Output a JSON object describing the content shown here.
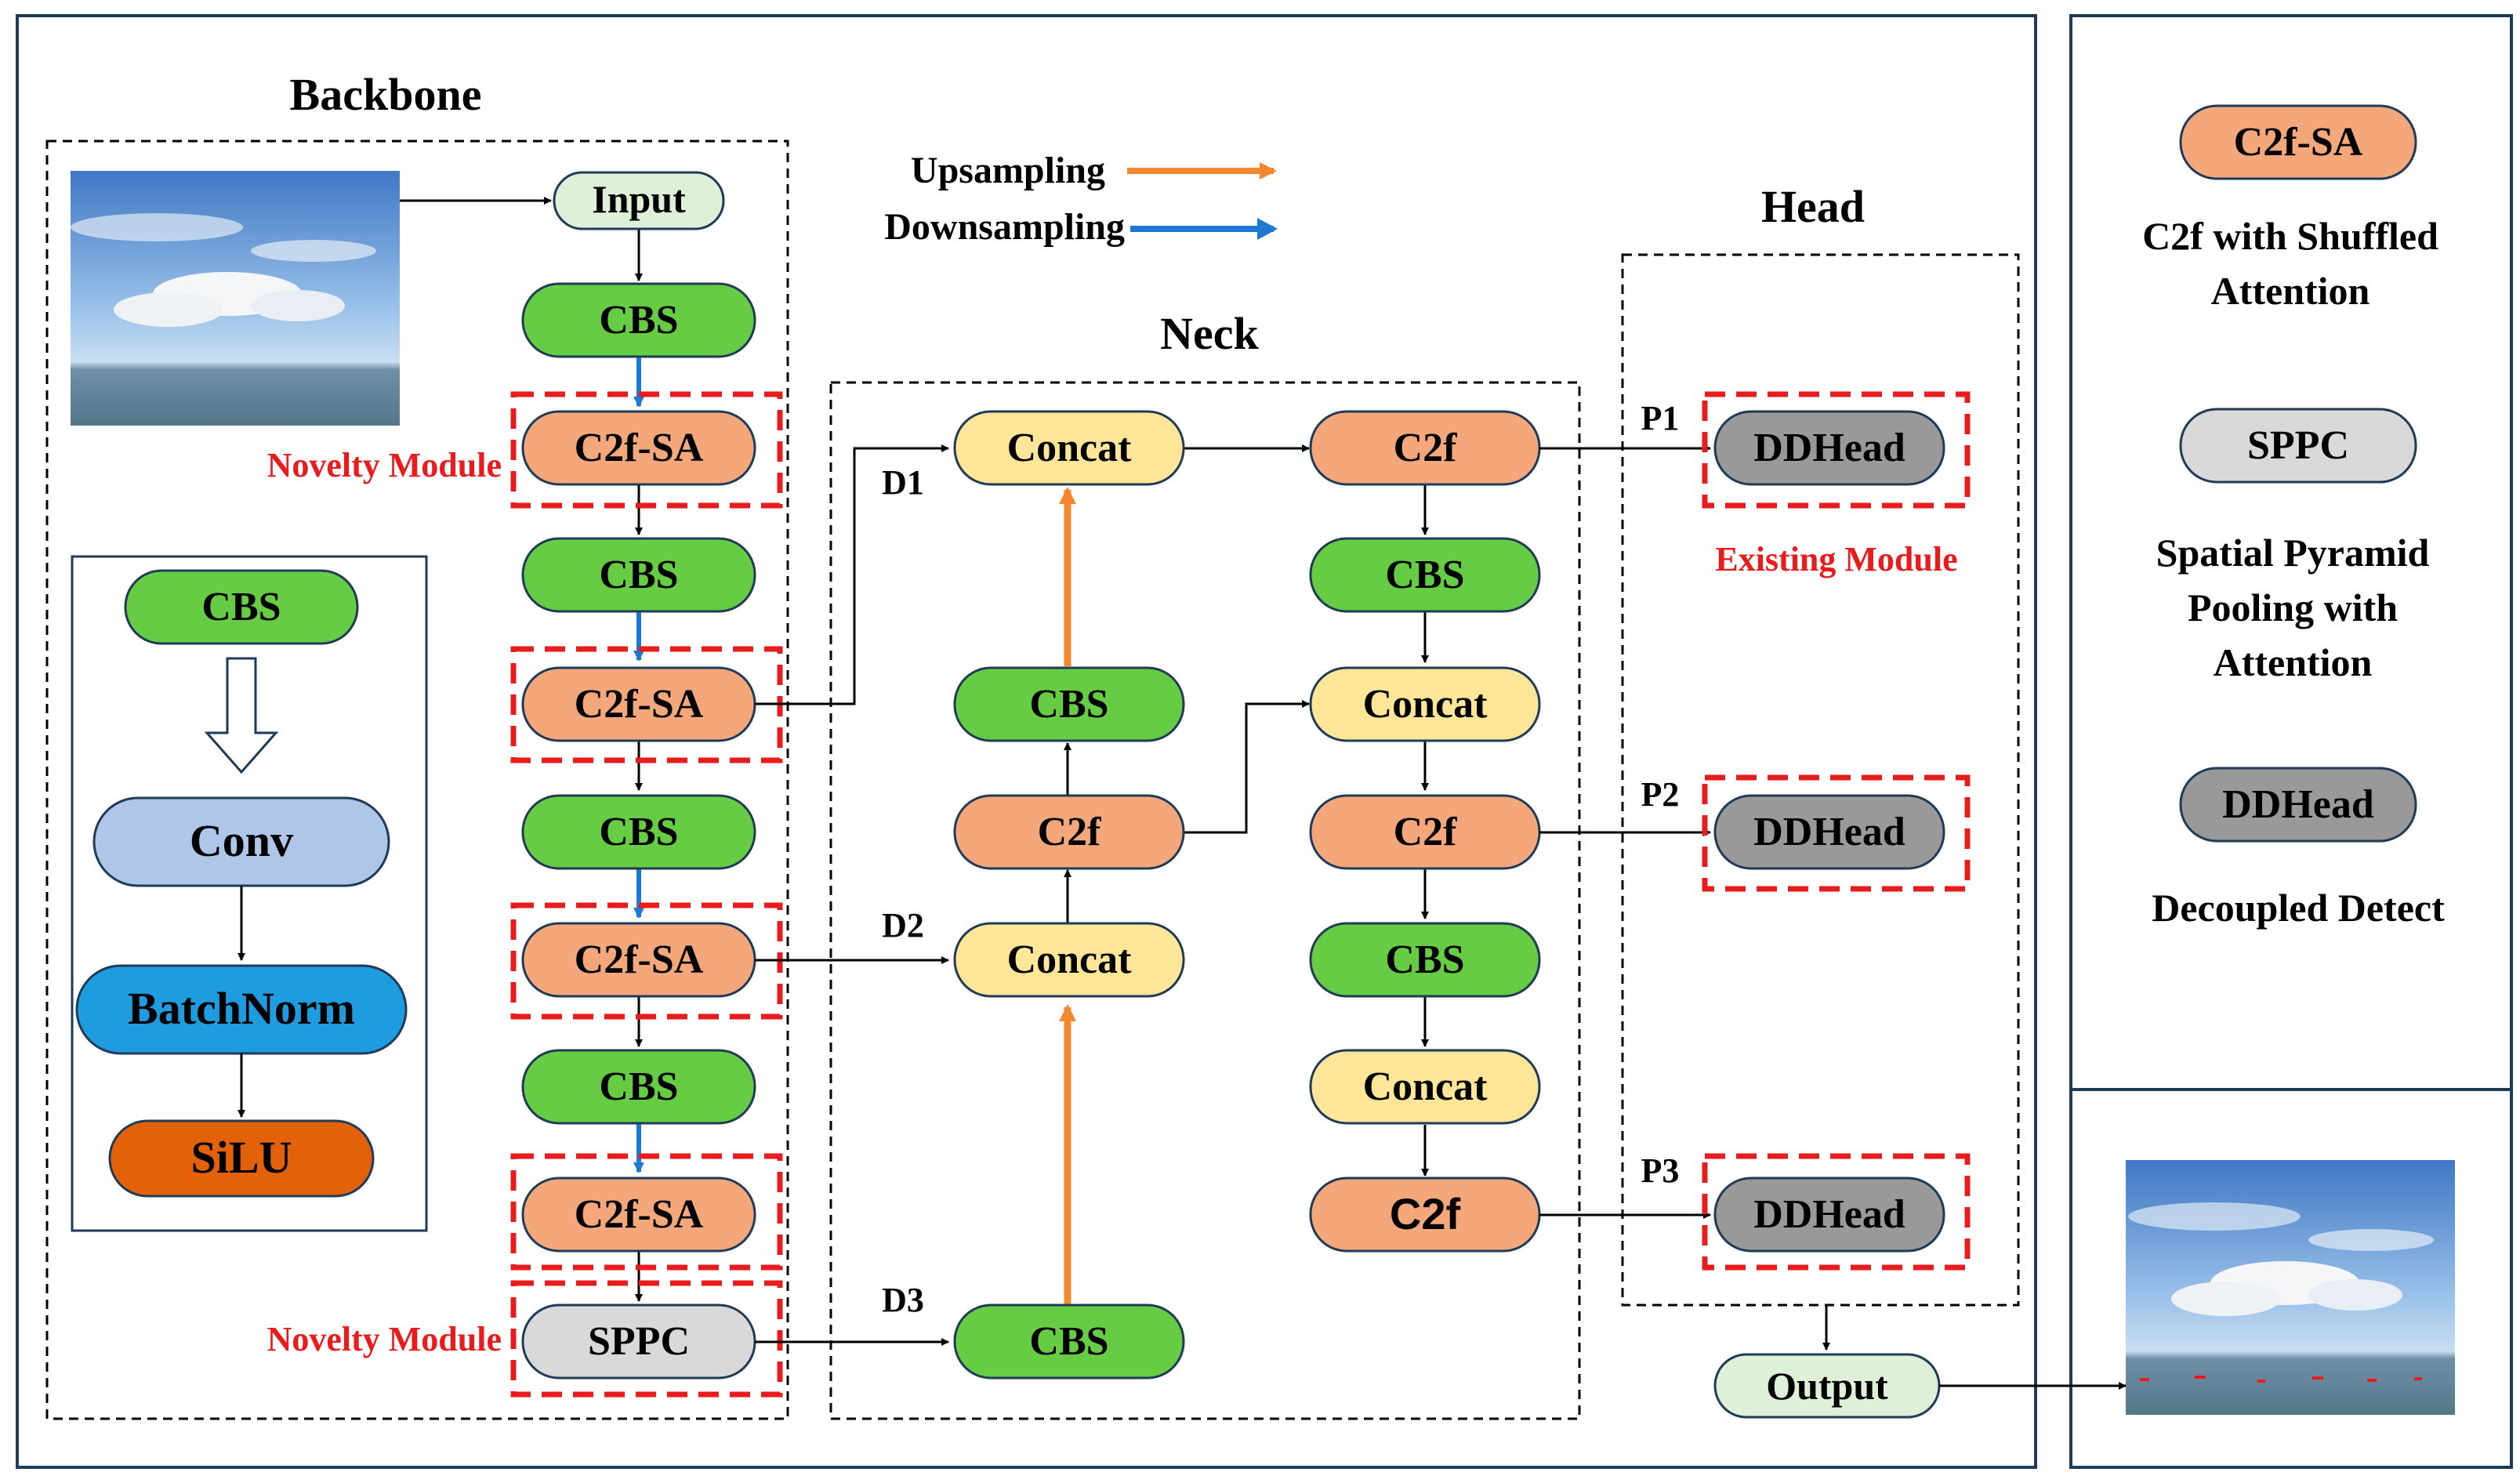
{
  "titles": {
    "backbone": "Backbone",
    "neck": "Neck",
    "head": "Head"
  },
  "legend_arrows": {
    "upsampling": "Upsampling",
    "downsampling": "Downsampling"
  },
  "annotations": {
    "novelty_top": "Novelty Module",
    "novelty_bottom": "Novelty Module",
    "existing": "Existing Module"
  },
  "backbone": {
    "input": "Input",
    "cbs1": "CBS",
    "c2fsa1": "C2f-SA",
    "cbs2": "CBS",
    "c2fsa2": "C2f-SA",
    "cbs3": "CBS",
    "c2fsa3": "C2f-SA",
    "cbs4": "CBS",
    "c2fsa4": "C2f-SA",
    "sppc": "SPPC"
  },
  "cbs_detail": {
    "cbs": "CBS",
    "conv": "Conv",
    "batchnorm": "BatchNorm",
    "silu": "SiLU"
  },
  "neck": {
    "concat1": "Concat",
    "cbs_mid": "CBS",
    "c2f_mid": "C2f",
    "concat2": "Concat",
    "cbs_bottom": "CBS",
    "c2f_r1": "C2f",
    "cbs_r1": "CBS",
    "concat_r1": "Concat",
    "c2f_r2": "C2f",
    "cbs_r2": "CBS",
    "concat_r2": "Concat",
    "c2f_r3": "C2f"
  },
  "connection_labels": {
    "d1": "D1",
    "d2": "D2",
    "d3": "D3",
    "p1": "P1",
    "p2": "P2",
    "p3": "P3"
  },
  "head": {
    "ddhead1": "DDHead",
    "ddhead2": "DDHead",
    "ddhead3": "DDHead",
    "output": "Output"
  },
  "legend": {
    "c2fsa": "C2f-SA",
    "c2fsa_desc_l1": "C2f with Shuffled",
    "c2fsa_desc_l2": "Attention",
    "sppc": "SPPC",
    "sppc_desc_l1": "Spatial Pyramid",
    "sppc_desc_l2": "Pooling with",
    "sppc_desc_l3": "Attention",
    "ddhead": "DDHead",
    "ddhead_desc": "Decoupled Detect"
  },
  "colors": {
    "cbs": "#66cc44",
    "c2fsa": "#f5a77c",
    "concat": "#ffe699",
    "ddhead": "#999999",
    "sppc": "#d9d9d9",
    "input": "#dff0d8",
    "conv": "#aec7e8",
    "batchnorm": "#1f9be0",
    "silu": "#e36209",
    "novelty_red": "#e81c1c",
    "upsample": "#f4882e",
    "downsample": "#1f78d1"
  }
}
